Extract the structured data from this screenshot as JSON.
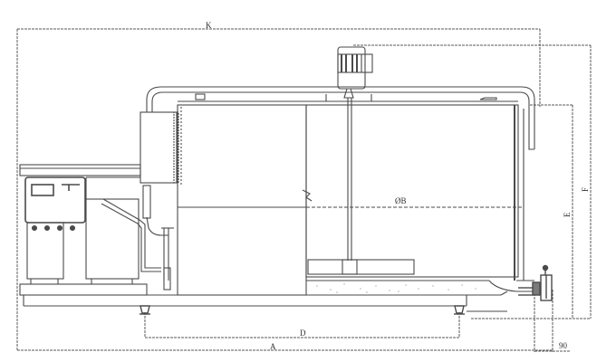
{
  "diagram": {
    "type": "technical-drawing",
    "subject": "tank with agitator, control unit and cooling units (side elevation)",
    "line_color": "#555555",
    "background": "#ffffff",
    "dimensions": {
      "overall_length_top": "K",
      "tank_diameter": "ØB",
      "height_E": "E",
      "height_F": "F",
      "feet_spacing": "D",
      "overall_length_bottom": "A",
      "outlet_offset": "90"
    },
    "components": [
      {
        "id": "agitator-motor",
        "label": "Agitator motor"
      },
      {
        "id": "agitator-shaft",
        "label": "Agitator shaft"
      },
      {
        "id": "agitator-paddle",
        "label": "Agitator paddle"
      },
      {
        "id": "tank-body",
        "label": "Tank body"
      },
      {
        "id": "control-panel",
        "label": "Control panel"
      },
      {
        "id": "compressor-unit-1",
        "label": "Condensing unit 1"
      },
      {
        "id": "compressor-unit-2",
        "label": "Condensing unit 2"
      },
      {
        "id": "outlet-valve",
        "label": "Outlet valve"
      },
      {
        "id": "top-pipe",
        "label": "Top pipe"
      },
      {
        "id": "support-feet",
        "label": "Support feet"
      }
    ]
  }
}
